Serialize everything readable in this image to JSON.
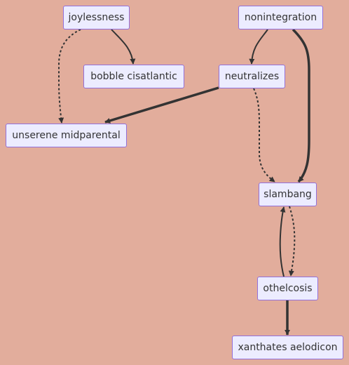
{
  "diagram": {
    "type": "flowchart",
    "colors": {
      "background": "#e2ad9c",
      "node_fill": "#ececff",
      "node_border": "#9370db",
      "text": "#333333",
      "edge": "#333333"
    },
    "nodes": {
      "joylessness": "joylessness",
      "nonintegration": "nonintegration",
      "bobble_cisatlantic": "bobble cisatlantic",
      "neutralizes": "neutralizes",
      "unserene_midparental": "unserene midparental",
      "slambang": "slambang",
      "othelcosis": "othelcosis",
      "xanthates_aelodicon": "xanthates aelodicon"
    },
    "edges": [
      {
        "from": "joylessness",
        "to": "bobble cisatlantic",
        "style": "solid"
      },
      {
        "from": "joylessness",
        "to": "unserene midparental",
        "style": "dotted"
      },
      {
        "from": "nonintegration",
        "to": "neutralizes",
        "style": "solid"
      },
      {
        "from": "nonintegration",
        "to": "slambang",
        "style": "thick"
      },
      {
        "from": "neutralizes",
        "to": "unserene midparental",
        "style": "thick"
      },
      {
        "from": "neutralizes",
        "to": "slambang",
        "style": "dotted"
      },
      {
        "from": "slambang",
        "to": "othelcosis",
        "style": "dotted"
      },
      {
        "from": "othelcosis",
        "to": "slambang",
        "style": "solid"
      },
      {
        "from": "othelcosis",
        "to": "xanthates aelodicon",
        "style": "thick"
      }
    ]
  }
}
